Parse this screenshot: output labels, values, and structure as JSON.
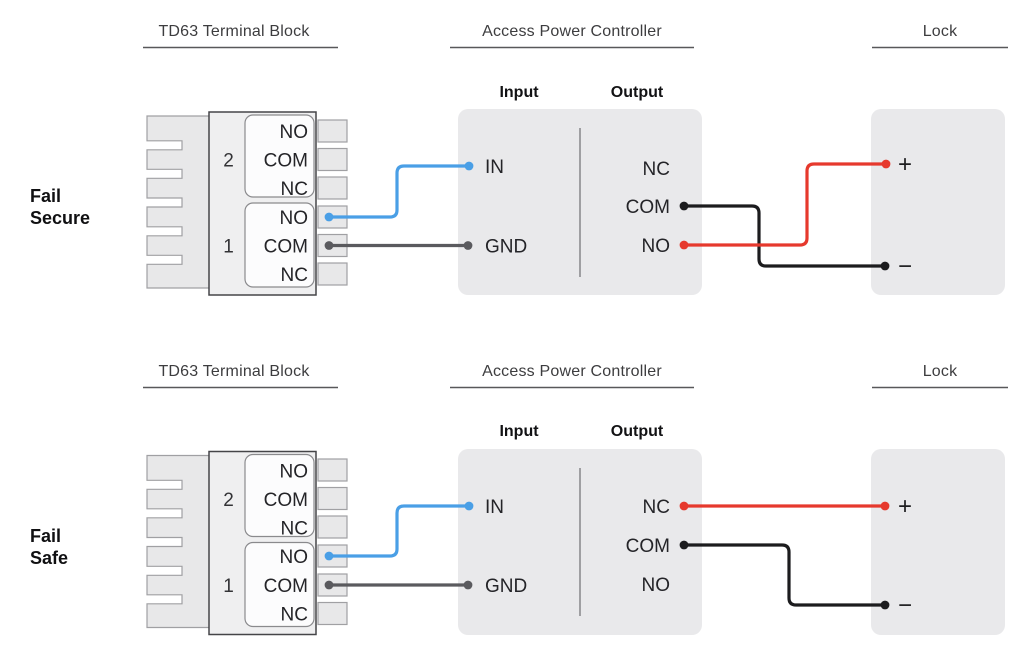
{
  "colors": {
    "wire_blue": "#4A9FE6",
    "wire_gray": "#5A5A5E",
    "wire_black": "#1C1C1E",
    "wire_red": "#E6392D",
    "panel_fill": "#E9E9EB"
  },
  "sections": [
    {
      "section_label": {
        "line1": "Fail",
        "line2": "Secure"
      },
      "headers": {
        "terminal_block": "TD63 Terminal Block",
        "controller": "Access Power Controller",
        "lock": "Lock"
      },
      "terminal_block": {
        "group2": {
          "number": "2",
          "pin_no": "NO",
          "pin_com": "COM",
          "pin_nc": "NC"
        },
        "group1": {
          "number": "1",
          "pin_no": "NO",
          "pin_com": "COM",
          "pin_nc": "NC"
        }
      },
      "controller": {
        "input_header": "Input",
        "output_header": "Output",
        "pin_in": "IN",
        "pin_gnd": "GND",
        "pin_nc": "NC",
        "pin_com": "COM",
        "pin_no": "NO"
      },
      "lock": {
        "positive": "+",
        "negative": "−"
      },
      "connections": [
        {
          "from": "terminal-block group 1 NO",
          "to": "controller IN",
          "color": "blue"
        },
        {
          "from": "terminal-block group 1 COM",
          "to": "controller GND",
          "color": "gray"
        },
        {
          "from": "controller output COM",
          "to": "lock −",
          "color": "black"
        },
        {
          "from": "controller output NO",
          "to": "lock +",
          "color": "red"
        }
      ]
    },
    {
      "section_label": {
        "line1": "Fail",
        "line2": "Safe"
      },
      "headers": {
        "terminal_block": "TD63 Terminal Block",
        "controller": "Access Power Controller",
        "lock": "Lock"
      },
      "terminal_block": {
        "group2": {
          "number": "2",
          "pin_no": "NO",
          "pin_com": "COM",
          "pin_nc": "NC"
        },
        "group1": {
          "number": "1",
          "pin_no": "NO",
          "pin_com": "COM",
          "pin_nc": "NC"
        }
      },
      "controller": {
        "input_header": "Input",
        "output_header": "Output",
        "pin_in": "IN",
        "pin_gnd": "GND",
        "pin_nc": "NC",
        "pin_com": "COM",
        "pin_no": "NO"
      },
      "lock": {
        "positive": "+",
        "negative": "−"
      },
      "connections": [
        {
          "from": "terminal-block group 1 NO",
          "to": "controller IN",
          "color": "blue"
        },
        {
          "from": "terminal-block group 1 COM",
          "to": "controller GND",
          "color": "gray"
        },
        {
          "from": "controller output NC",
          "to": "lock +",
          "color": "red"
        },
        {
          "from": "controller output COM",
          "to": "lock −",
          "color": "black"
        }
      ]
    }
  ]
}
